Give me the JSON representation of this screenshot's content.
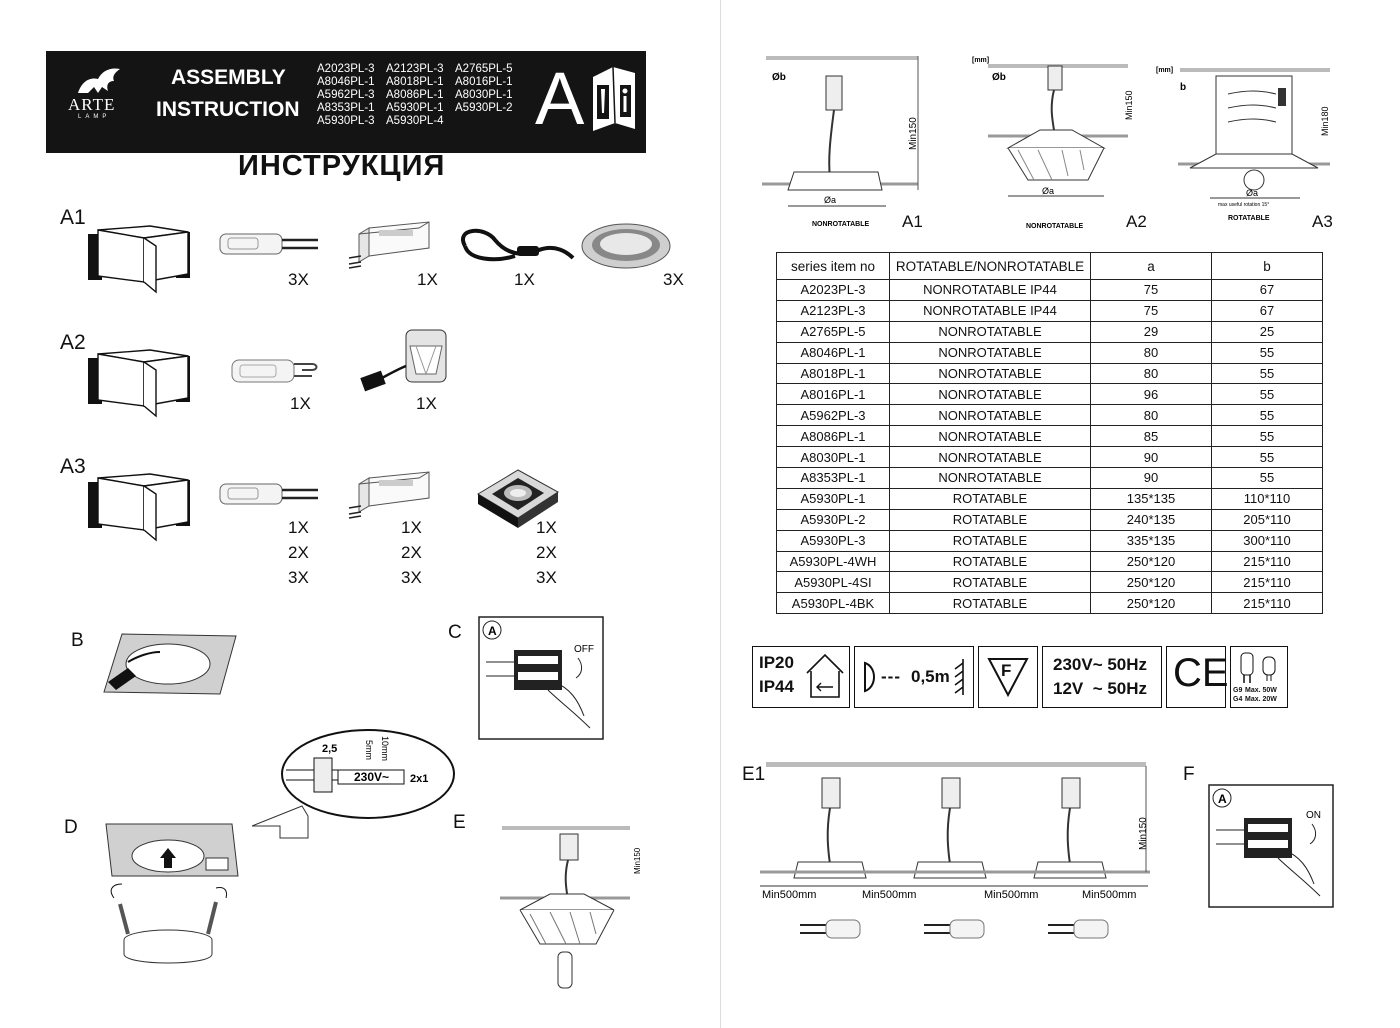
{
  "header": {
    "brand": "ARTE",
    "brand_sub": "LAMP",
    "title_line1": "ASSEMBLY",
    "title_line2": "INSTRUCTION",
    "codes": [
      "A2023PL-3",
      "A2123PL-3",
      "A2765PL-5",
      "A8046PL-1",
      "A8018PL-1",
      "A8016PL-1",
      "A5962PL-3",
      "A8086PL-1",
      "A8030PL-1",
      "A8353PL-1",
      "A5930PL-1",
      "A5930PL-2",
      "A5930PL-3",
      "A5930PL-4"
    ],
    "big_letter": "A",
    "subtitle_ru": "ИНСТРУКЦИЯ"
  },
  "kits": {
    "a1": {
      "label": "A1",
      "lamp_qty": "3X",
      "driver_qty": "1X",
      "cable_qty": "1X",
      "fixture_qty": "3X"
    },
    "a2": {
      "label": "A2",
      "lamp_qty": "1X",
      "fixture_qty": "1X"
    },
    "a3": {
      "label": "A3",
      "qty_rows": [
        "1X",
        "2X",
        "3X"
      ]
    }
  },
  "steps": {
    "b": "B",
    "c": "C",
    "d": "D",
    "e": "E",
    "e1": "E1",
    "f": "F",
    "off_label": "OFF",
    "on_label": "ON",
    "box_letter": "A"
  },
  "wiring": {
    "strip": "2,5",
    "len1": "5mm",
    "len2": "10mm",
    "voltage": "230V~",
    "cable": "2x1"
  },
  "dimensions": {
    "min150": "Min150",
    "min180": "Min180",
    "mm": "[mm]",
    "phi_a": "Øa",
    "phi_b": "Øb",
    "a": "a",
    "b": "b",
    "nonrotatable": "NONROTATABLE",
    "rotatable": "ROTATABLE",
    "a3_note": "max useful rotation 15°",
    "fig_a1": "A1",
    "fig_a2": "A2",
    "fig_a3": "A3",
    "min500": "Min500mm"
  },
  "table": {
    "headers": [
      "series item no",
      "ROTATABLE/NONROTATABLE",
      "a",
      "b"
    ],
    "rows": [
      [
        "A2023PL-3",
        "NONROTATABLE IP44",
        "75",
        "67"
      ],
      [
        "A2123PL-3",
        "NONROTATABLE IP44",
        "75",
        "67"
      ],
      [
        "A2765PL-5",
        "NONROTATABLE",
        "29",
        "25"
      ],
      [
        "A8046PL-1",
        "NONROTATABLE",
        "80",
        "55"
      ],
      [
        "A8018PL-1",
        "NONROTATABLE",
        "80",
        "55"
      ],
      [
        "A8016PL-1",
        "NONROTATABLE",
        "96",
        "55"
      ],
      [
        "A5962PL-3",
        "NONROTATABLE",
        "80",
        "55"
      ],
      [
        "A8086PL-1",
        "NONROTATABLE",
        "85",
        "55"
      ],
      [
        "A8030PL-1",
        "NONROTATABLE",
        "90",
        "55"
      ],
      [
        "A8353PL-1",
        "NONROTATABLE",
        "90",
        "55"
      ],
      [
        "A5930PL-1",
        "ROTATABLE",
        "135*135",
        "110*110"
      ],
      [
        "A5930PL-2",
        "ROTATABLE",
        "240*135",
        "205*110"
      ],
      [
        "A5930PL-3",
        "ROTATABLE",
        "335*135",
        "300*110"
      ],
      [
        "A5930PL-4WH",
        "ROTATABLE",
        "250*120",
        "215*110"
      ],
      [
        "A5930PL-4SI",
        "ROTATABLE",
        "250*120",
        "215*110"
      ],
      [
        "A5930PL-4BK",
        "ROTATABLE",
        "250*120",
        "215*110"
      ]
    ]
  },
  "symbols": {
    "ip20": "IP20",
    "ip44": "IP44",
    "distance": "0,5m",
    "flammable": "F",
    "volt1": "230V~ 50Hz",
    "volt2": "12V  ~ 50Hz",
    "ce": "CE",
    "g9": "G9",
    "g4": "G4",
    "max50": "Max. 50W",
    "max20": "Max. 20W"
  }
}
